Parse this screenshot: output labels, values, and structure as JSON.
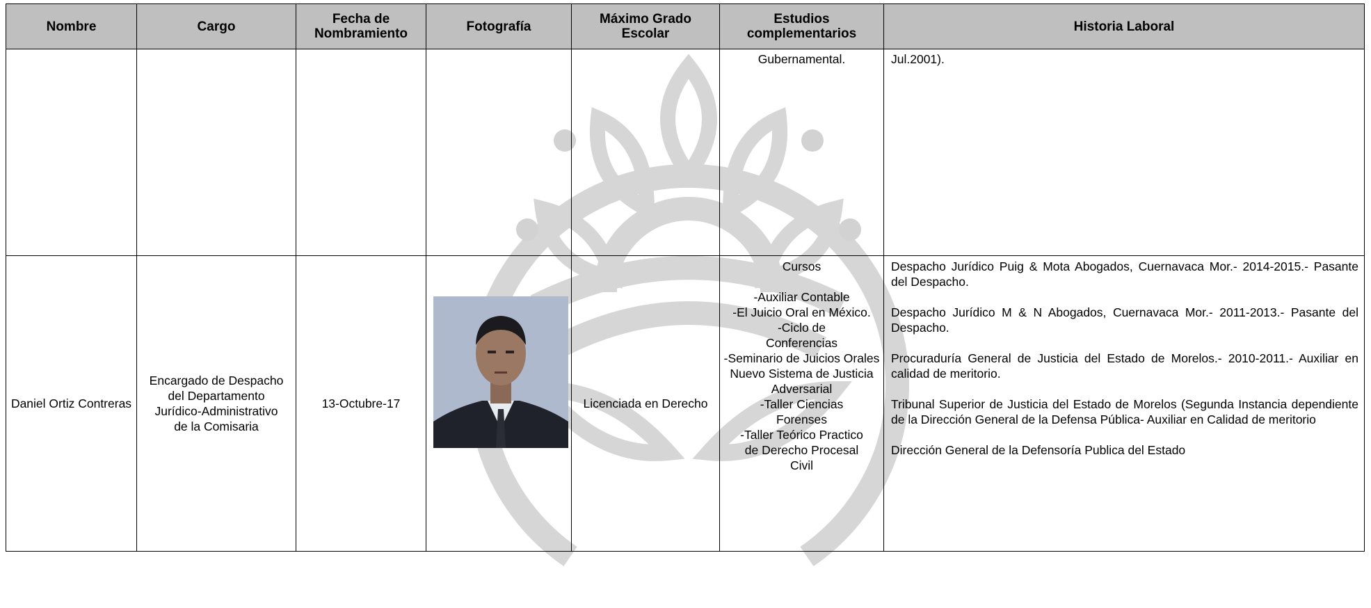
{
  "headers": [
    "Nombre",
    "Cargo",
    "Fecha de Nombramiento",
    "Fotografía",
    "Máximo Grado Escolar",
    "Estudios complementarios",
    "Historia Laboral"
  ],
  "headers_lines": {
    "fecha": [
      "Fecha de",
      "Nombramiento"
    ],
    "grado": [
      "Máximo Grado",
      "Escolar"
    ],
    "estudios": [
      "Estudios",
      "complementarios"
    ]
  },
  "row1": {
    "estudios": "Gubernamental.",
    "historia": "Jul.2001)."
  },
  "row2": {
    "nombre": "Daniel Ortiz Contreras",
    "cargo": "Encargado de Despacho del Departamento Jurídico-Administrativo de la Comisaria",
    "fecha": "13-Octubre-17",
    "grado": "Licenciada en Derecho",
    "estudios_title": "Cursos",
    "estudios_items": [
      "-Auxiliar Contable",
      "-El Juicio Oral en México.",
      "-Ciclo de Conferencias",
      "-Seminario de Juicios Orales Nuevo Sistema de Justicia Adversarial",
      "-Taller Ciencias Forenses",
      "-Taller Teórico Practico de Derecho Procesal Civil"
    ],
    "historia": [
      "Despacho Jurídico Puig & Mota Abogados, Cuernavaca Mor.- 2014-2015.- Pasante del Despacho.",
      "Despacho Jurídico M & N Abogados, Cuernavaca Mor.- 2011-2013.- Pasante del Despacho.",
      "Procuraduría General de Justicia del Estado de Morelos.- 2010-2011.- Auxiliar en calidad de meritorio.",
      "Tribunal Superior de Justicia del Estado de Morelos (Segunda Instancia dependiente de la Dirección General de la Defensa Pública- Auxiliar en Calidad de meritorio",
      "Dirección General de la Defensoría Publica del Estado"
    ]
  },
  "colors": {
    "header_bg": "#bfbfbf",
    "watermark": "#d4d4d4",
    "border": "#000000"
  }
}
